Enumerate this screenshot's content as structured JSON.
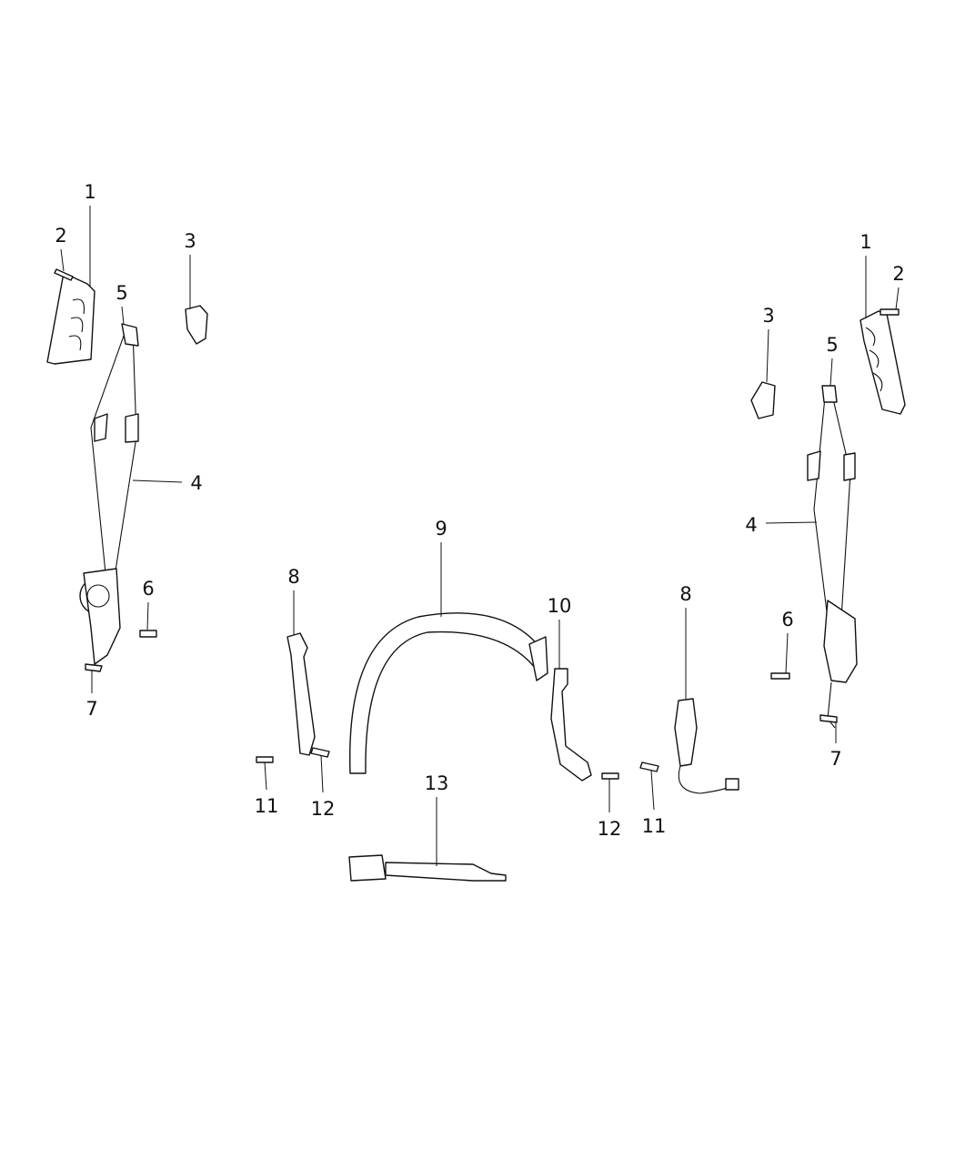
{
  "diagram": {
    "type": "exploded parts diagram",
    "callouts": [
      {
        "id": "left-1",
        "label": "1"
      },
      {
        "id": "left-2",
        "label": "2"
      },
      {
        "id": "left-3",
        "label": "3"
      },
      {
        "id": "left-5",
        "label": "5"
      },
      {
        "id": "left-4",
        "label": "4"
      },
      {
        "id": "left-6",
        "label": "6"
      },
      {
        "id": "left-7",
        "label": "7"
      },
      {
        "id": "center-8a",
        "label": "8"
      },
      {
        "id": "center-9",
        "label": "9"
      },
      {
        "id": "center-10",
        "label": "10"
      },
      {
        "id": "center-8b",
        "label": "8"
      },
      {
        "id": "center-11a",
        "label": "11"
      },
      {
        "id": "center-12a",
        "label": "12"
      },
      {
        "id": "center-12b",
        "label": "12"
      },
      {
        "id": "center-11b",
        "label": "11"
      },
      {
        "id": "center-13",
        "label": "13"
      },
      {
        "id": "right-1",
        "label": "1"
      },
      {
        "id": "right-2",
        "label": "2"
      },
      {
        "id": "right-3",
        "label": "3"
      },
      {
        "id": "right-5",
        "label": "5"
      },
      {
        "id": "right-4",
        "label": "4"
      },
      {
        "id": "right-6",
        "label": "6"
      },
      {
        "id": "right-7",
        "label": "7"
      }
    ]
  }
}
